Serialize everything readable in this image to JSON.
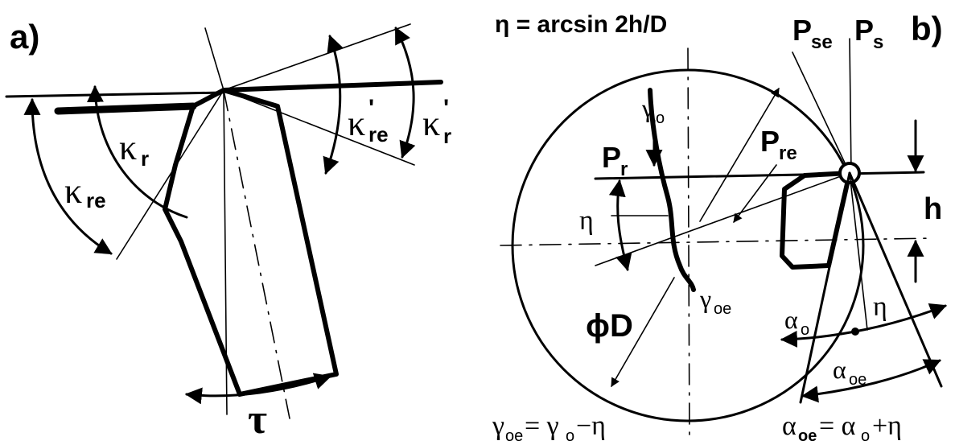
{
  "panel_a": {
    "tag": "a)",
    "kappa_r": "κ",
    "kappa_r_sub": "r",
    "kappa_re": "κ",
    "kappa_re_sub": "re",
    "kappa_r_minor": "κ",
    "kappa_r_minor_sub": "r",
    "kappa_r_minor_mark": "'",
    "kappa_re_minor": "κ",
    "kappa_re_minor_sub": "re",
    "kappa_re_minor_mark": "'",
    "tau": "τ"
  },
  "panel_b": {
    "tag": "b)",
    "formula": "η = arcsin 2h/D",
    "p_se": "P",
    "p_se_sub": "se",
    "p_s": "P",
    "p_s_sub": "s",
    "p_r": "P",
    "p_r_sub": "r",
    "p_re": "P",
    "p_re_sub": "re",
    "gamma_o": "γ",
    "gamma_o_sub": "o",
    "gamma_oe": "γ",
    "gamma_oe_sub": "oe",
    "eta_left": "η",
    "eta_right": "η",
    "h": "h",
    "diameter": "ϕD",
    "alpha_o": "α",
    "alpha_o_sub": "o",
    "alpha_oe": "α",
    "alpha_oe_sub": "oe",
    "gamma_eq_lhs": "γ",
    "gamma_eq_lhs_sub": "oe",
    "gamma_eq_mid": "= γ",
    "gamma_eq_mid_sub": "o",
    "gamma_eq_rhs": "−η",
    "alpha_eq_lhs": "α",
    "alpha_eq_lhs_sub": "oe",
    "alpha_eq_mid": "= α",
    "alpha_eq_mid_sub": "o",
    "alpha_eq_rhs": "+η"
  }
}
